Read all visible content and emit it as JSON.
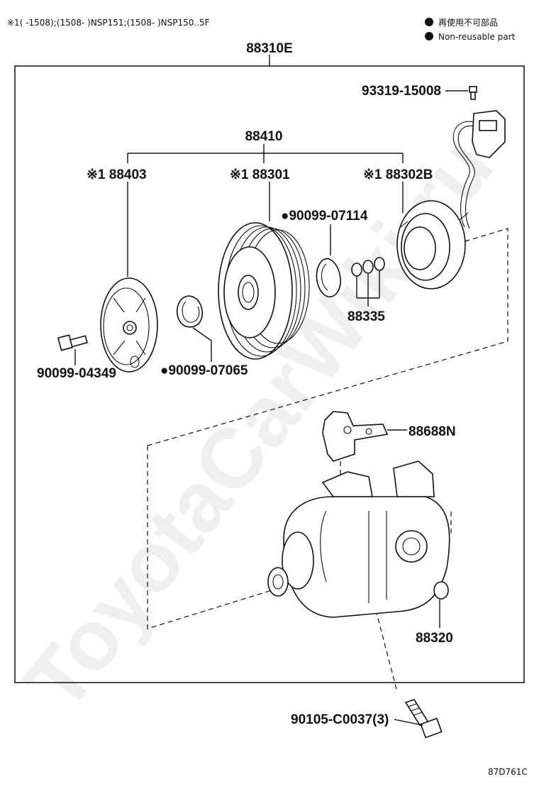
{
  "header": {
    "applicability": "※1(      -1508);(1508-       )NSP151;(1508-       )NSP150..5F"
  },
  "legend": {
    "jp": "再使用不可部品",
    "en": "Non-reusable part"
  },
  "labels": {
    "assembly": "88310E",
    "clutch_assy": "88410",
    "hub": "※1 88403",
    "pulley": "※1 88301",
    "stator": "※1 88302B",
    "snap_ring": "●90099-07114",
    "shims": "88335",
    "screw_top": "93319-15008",
    "bolt_hub": "90099-04349",
    "snap_ring_2": "●90099-07065",
    "bracket": "88688N",
    "compressor": "88320",
    "bolt_bottom": "90105-C0037(3)"
  },
  "watermark": "ToyotaCarWiki.ru",
  "figure_code": "87D761C"
}
